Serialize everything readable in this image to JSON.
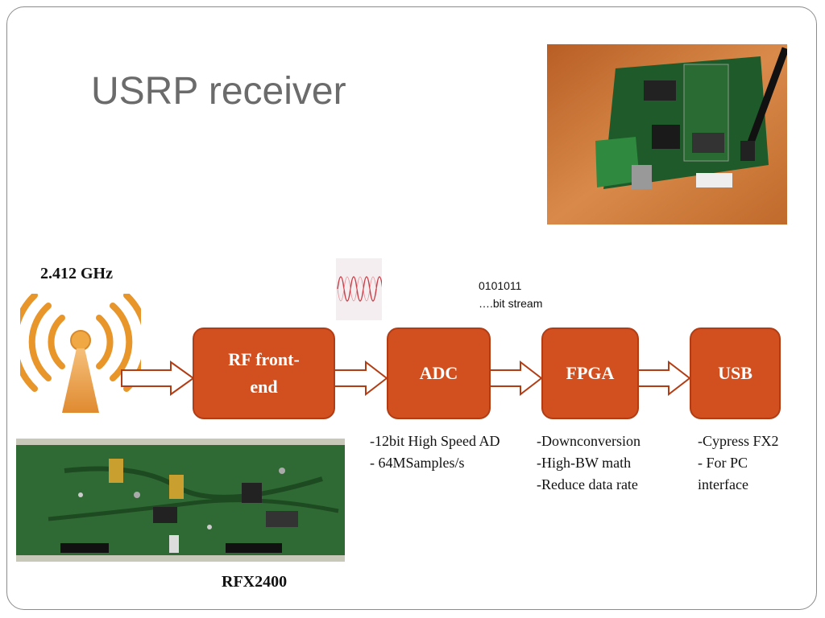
{
  "slide": {
    "title": "USRP receiver",
    "frequency_label": "2.412 GHz",
    "bits_line1": "0101011",
    "bits_line2": "….bit stream",
    "rfx_label": "RFX2400"
  },
  "blocks": [
    {
      "id": "rf",
      "label": "RF front-\nend"
    },
    {
      "id": "adc",
      "label": "ADC"
    },
    {
      "id": "fpga",
      "label": "FPGA"
    },
    {
      "id": "usb",
      "label": "USB"
    }
  ],
  "block_labels": {
    "rf_line1": "RF front-",
    "rf_line2": "end",
    "adc": "ADC",
    "fpga": "FPGA",
    "usb": "USB"
  },
  "notes": {
    "adc": [
      "-12bit High Speed AD",
      "- 64MSamples/s"
    ],
    "fpga": [
      "-Downconversion",
      "-High-BW math",
      "-Reduce data rate"
    ],
    "usb": [
      "-Cypress FX2",
      "- For PC",
      "interface"
    ]
  },
  "colors": {
    "block_fill": "#d24f1f",
    "arrow_outline": "#b23d14",
    "title": "#6b6b6b",
    "antenna": "#e8952a"
  }
}
